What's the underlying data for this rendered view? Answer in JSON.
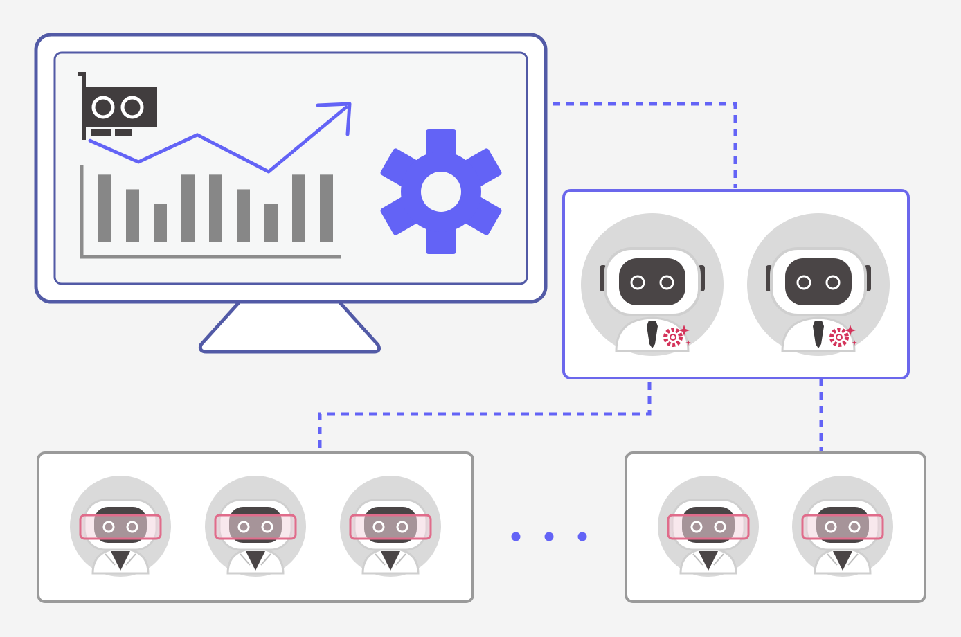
{
  "diagram": {
    "colors": {
      "background": "#f4f4f4",
      "monitor_outline": "#525aa6",
      "screen_fill": "#f6f7f7",
      "accent": "#6363f6",
      "bar_gray": "#878787",
      "axis_gray": "#8c8c8c",
      "gpu_dark": "#413d3e",
      "group_border_manager": "#6b67ec",
      "group_border_worker": "#9a9a9a",
      "robot_face": "#4a4546",
      "badge_red": "#d4335a",
      "goggle_pink": "#e06c8b"
    },
    "nodes": {
      "monitor": {
        "icons": [
          "gpu-card-icon",
          "trend-arrow-icon",
          "bar-chart-icon",
          "gear-icon"
        ]
      },
      "manager_group": {
        "agents": [
          {
            "role": "manager-robot"
          },
          {
            "role": "manager-robot"
          }
        ]
      },
      "worker_group_left": {
        "agents": [
          {
            "role": "worker-robot"
          },
          {
            "role": "worker-robot"
          },
          {
            "role": "worker-robot"
          }
        ]
      },
      "worker_group_right": {
        "agents": [
          {
            "role": "worker-robot"
          },
          {
            "role": "worker-robot"
          }
        ]
      },
      "ellipsis": {
        "dot_count": 3
      }
    },
    "chart": {
      "bars": [
        0.74,
        0.58,
        0.42,
        0.74,
        0.74,
        0.58,
        0.42,
        0.74,
        0.74
      ],
      "trend": [
        0.62,
        0.4,
        0.68,
        0.3,
        0.8
      ]
    },
    "connectors": [
      {
        "from": "monitor",
        "to": "manager_group",
        "style": "dotted"
      },
      {
        "from": "manager_group",
        "to": "worker_group_left",
        "style": "dotted"
      },
      {
        "from": "manager_group",
        "to": "worker_group_right",
        "style": "dotted"
      }
    ]
  }
}
